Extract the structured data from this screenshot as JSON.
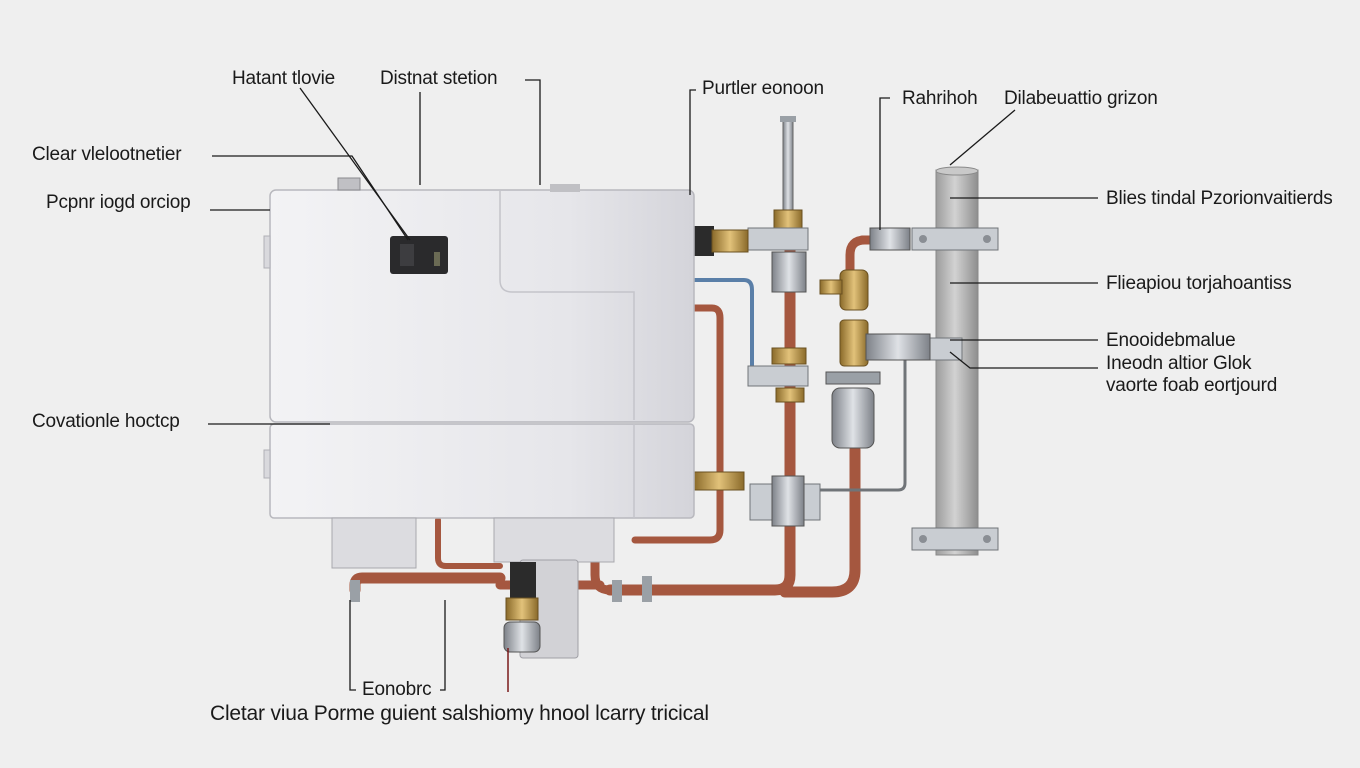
{
  "colors": {
    "background": "#efefef",
    "boiler_body": "#e9e9ec",
    "copper_pipe": "#a5573f",
    "blue_pipe": "#5a7fa8",
    "brass": "#b8923e",
    "steel_column": "#b9b9b9",
    "leader_line": "#1a1a1a",
    "drain_line": "#7a1a1a"
  },
  "labels": {
    "hatch_flow": "Hatant tlovie",
    "distant_station": "Distnat stetion",
    "pump_region": "Purtler eonoon",
    "rahrihoh": "Rahrihoh",
    "dilabeuatic": "Dilabeuattio grizon",
    "clear_velocity": "Clear vlelootnetier",
    "paper_logged": "Pcpnr iogd orciop",
    "cavitation_footer": "Covationle hoctcp",
    "bles_tindal": "Blies tindal Pzorionvaitierds",
    "flue_apiou": "Flieapiou torjahoantiss",
    "endo_line1": "Enooidebmalue",
    "endo_line2": "Ineodn altior Glok",
    "endo_line3": "vaorte foab eortjourd",
    "bottom_small": "Eonobrc",
    "bottom_caption": "Cletar viua Porme guient salshiomy hnool lcarry tricical"
  },
  "icons": [
    "display-panel-icon"
  ]
}
